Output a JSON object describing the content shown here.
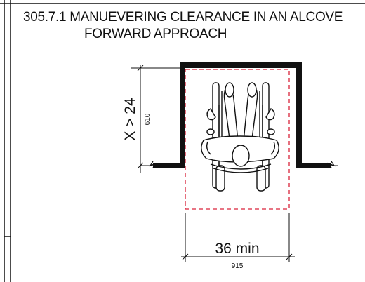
{
  "caption": {
    "line1": "305.7.1 MANUEVERING CLEARANCE IN AN ALCOVE",
    "line2": "FORWARD APPROACH"
  },
  "dimensions": {
    "depth_label": "X > 24",
    "depth_metric": "610",
    "width_label": "36 min",
    "width_metric": "915"
  },
  "colors": {
    "ink": "#111111",
    "clearance_outline": "#d9233a"
  }
}
